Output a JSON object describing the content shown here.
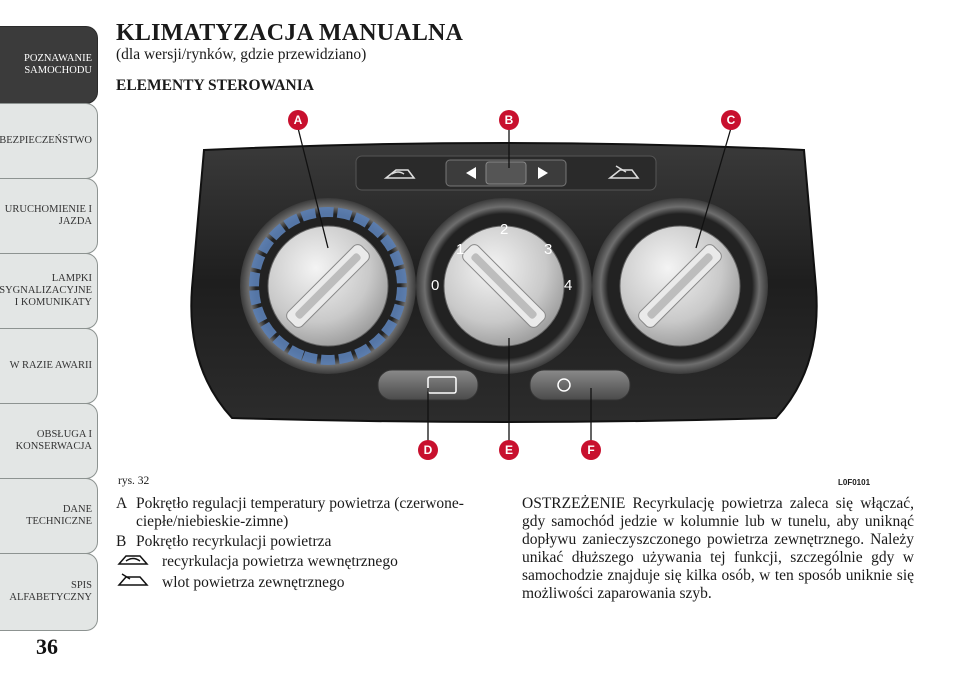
{
  "sidebar": {
    "tabs": [
      {
        "label": "POZNAWANIE SAMOCHODU",
        "lines": [
          "POZNAWANIE",
          "SAMOCHODU"
        ],
        "active": true
      },
      {
        "label": "BEZPIECZEŃSTWO",
        "lines": [
          "BEZPIECZEŃSTWO"
        ],
        "active": false
      },
      {
        "label": "URUCHOMIENIE I JAZDA",
        "lines": [
          "URUCHOMIENIE I",
          "JAZDA"
        ],
        "active": false
      },
      {
        "label": "LAMPKI SYGNALIZACYJNE I KOMUNIKATY",
        "lines": [
          "LAMPKI",
          "SYGNALIZACYJNE",
          "I KOMUNIKATY"
        ],
        "active": false
      },
      {
        "label": "W RAZIE AWARII",
        "lines": [
          "W RAZIE AWARII"
        ],
        "active": false
      },
      {
        "label": "OBSŁUGA I KONSERWACJA",
        "lines": [
          "OBSŁUGA I",
          "KONSERWACJA"
        ],
        "active": false
      },
      {
        "label": "DANE TECHNICZNE",
        "lines": [
          "DANE",
          "TECHNICZNE"
        ],
        "active": false
      },
      {
        "label": "SPIS ALFABETYCZNY",
        "lines": [
          "SPIS",
          "ALFABETYCZNY"
        ],
        "active": false
      }
    ],
    "page_number": "36"
  },
  "header": {
    "title": "KLIMATYZACJA MANUALNA",
    "subtitle": "(dla wersji/rynków, gdzie przewidziano)",
    "section": "ELEMENTY STEROWANIA"
  },
  "figure": {
    "caption": "rys. 32",
    "code": "L0F0101",
    "callouts": {
      "A": "A",
      "B": "B",
      "C": "C",
      "D": "D",
      "E": "E",
      "F": "F"
    },
    "fan_labels": {
      "off": "0",
      "s1": "1",
      "s2": "2",
      "s3": "3",
      "s4": "4"
    },
    "colors": {
      "callout": "#c8102e",
      "panel": "#1c1c1c",
      "ring": "#9a9a9a",
      "blue": "#5b7fb5",
      "red": "#b5b5b5"
    }
  },
  "legend": {
    "A": {
      "key": "A",
      "text": "Pokrętło regulacji temperatury powietrza (czerwone-ciepłe/niebieskie-zimne)"
    },
    "B": {
      "key": "B",
      "text": "Pokrętło recyrkulacji powietrza"
    },
    "B_items": [
      {
        "icon": "recirculation-icon",
        "text": "recyrkulacja powietrza wewnętrznego"
      },
      {
        "icon": "outside-air-icon",
        "text": "wlot powietrza zewnętrznego"
      }
    ]
  },
  "warning": {
    "text": "OSTRZEŻENIE Recyrkulację powietrza zaleca się włączać, gdy samochód jedzie w kolumnie lub w tunelu, aby uniknąć dopływu zanieczyszczonego powietrza zewnętrznego. Należy unikać dłuższego używania tej funkcji, szczególnie gdy w samochodzie znajduje się kilka osób, w ten sposób uniknie się możliwości zaparowania szyb."
  }
}
